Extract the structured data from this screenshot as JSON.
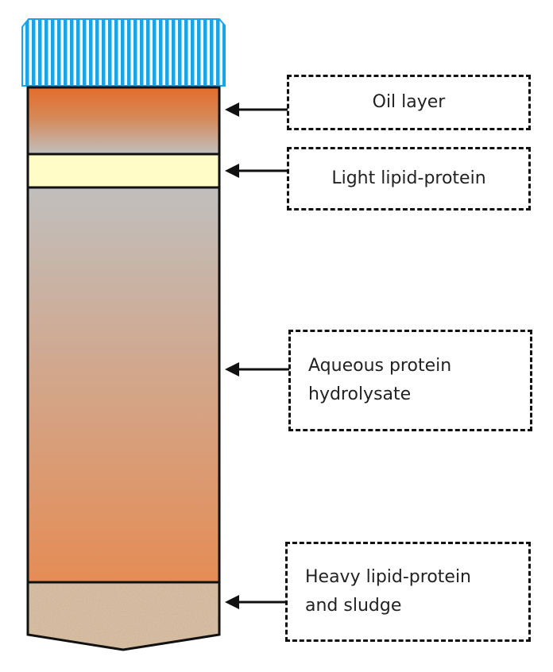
{
  "figure": {
    "title": "Layer separation in a centrifuge tube after hydrolysis",
    "colors": {
      "cap_stripe": "#1aa3e8",
      "cap_background": "#ffffff",
      "oil_top": "#e36c2a",
      "oil_bottom": "#c0bfbd",
      "light_layer": "#fffcc8",
      "aqueous_top": "#c0bfbd",
      "aqueous_bottom": "#e58c55",
      "sludge": "#d9bfa2",
      "outline": "#111111"
    },
    "labels": [
      {
        "id": "oil-layer",
        "lines": [
          "Oil layer"
        ]
      },
      {
        "id": "light-lipid-protein",
        "lines": [
          "Light lipid-protein"
        ]
      },
      {
        "id": "aqueous-protein-hydrolysate",
        "lines": [
          "Aqueous protein",
          "hydrolysate"
        ]
      },
      {
        "id": "heavy-lipid-protein-sludge",
        "lines": [
          "Heavy lipid-protein",
          "and sludge"
        ]
      }
    ]
  }
}
